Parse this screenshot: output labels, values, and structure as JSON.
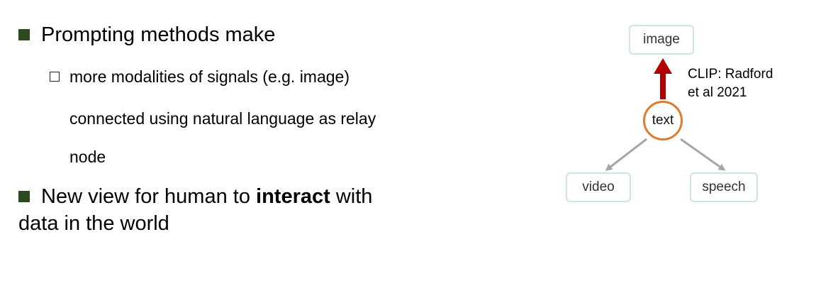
{
  "bullets": {
    "item1": "Prompting methods make",
    "sub1": "more modalities of signals (e.g. image)",
    "sub2": "connected using natural language as relay",
    "sub3": "node",
    "item2_before": "New view for human to ",
    "item2_bold": "interact",
    "item2_after": " with",
    "item2_line2": "data in the world"
  },
  "diagram": {
    "nodes": {
      "image": "image",
      "text": "text",
      "video": "video",
      "speech": "speech"
    },
    "annotation_line1": "CLIP: Radford",
    "annotation_line2": "et al 2021",
    "colors": {
      "red_arrow": "#b30000",
      "gray_arrow": "#a6a6a6",
      "circle_border": "#e07a2c",
      "box_border": "#cfe5de",
      "bullet_square": "#2d4a1f"
    }
  }
}
